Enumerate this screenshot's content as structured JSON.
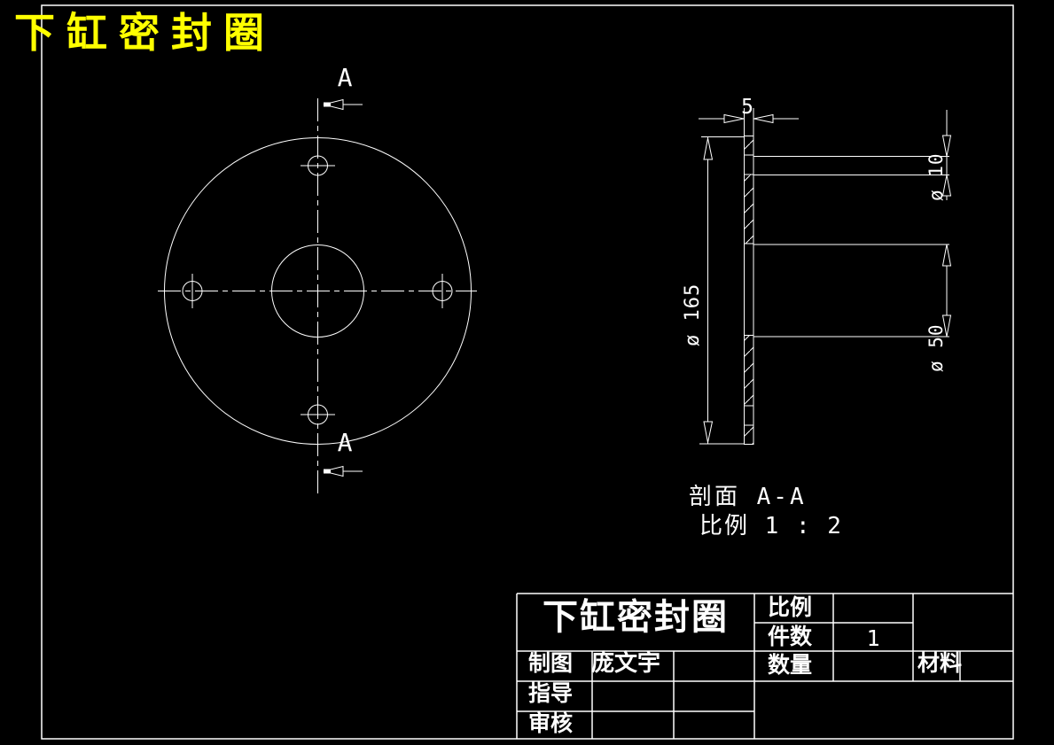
{
  "colors": {
    "background": "#000000",
    "line": "#ffffff",
    "title": "#ffff00"
  },
  "page_title": "下缸密封圈",
  "front_view": {
    "section_label_top": "A",
    "section_label_bottom": "A"
  },
  "section_view": {
    "dim_thickness": "5",
    "dim_outer_diameter": "ø 165",
    "dim_hole_diameter": "ø 10",
    "dim_bore_diameter": "ø 50",
    "caption_line1": "剖面 A-A",
    "caption_line2": "比例 1 : 2"
  },
  "title_block": {
    "part_name": "下缸密封圈",
    "scale_label": "比例",
    "pieces_label": "件数",
    "pieces_value": "1",
    "quantity_label": "数量",
    "material_label": "材料",
    "drawn_label": "制图",
    "drawn_value": "庞文宇",
    "advisor_label": "指导",
    "checker_label": "审核"
  }
}
